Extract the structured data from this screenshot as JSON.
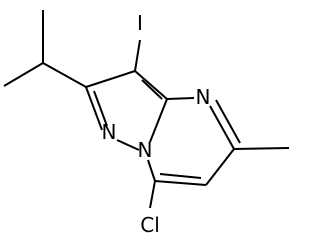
{
  "molecule": {
    "atoms": {
      "iodine": "I",
      "nitrogen_pyrazole": "N",
      "nitrogen_bridge": "N",
      "nitrogen_pyrimidine": "N",
      "chlorine": "Cl"
    },
    "colors": {
      "bond": "#000000",
      "label": "#000000",
      "background": "#ffffff"
    }
  }
}
